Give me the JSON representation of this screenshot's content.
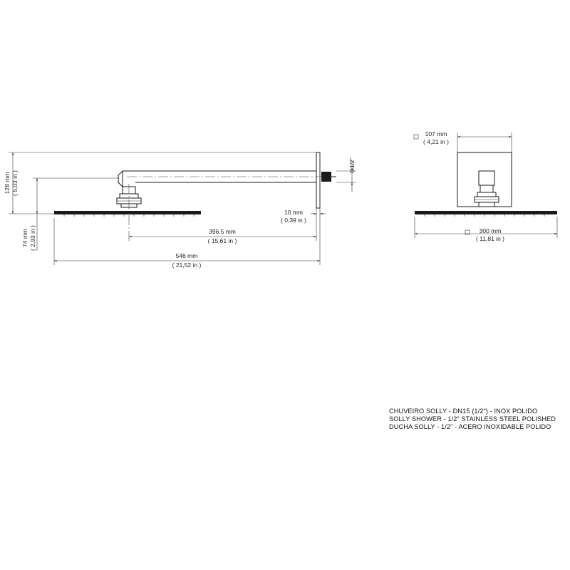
{
  "side_view": {
    "dim_height_total": "128 mm",
    "dim_height_total_in": "( 5,03 in )",
    "dim_head_height": "74 mm",
    "dim_head_height_in": "( 2,93 in )",
    "dim_thread": "G1/2\"",
    "dim_wall_gap": "10 mm",
    "dim_wall_gap_in": "( 0,39 in )",
    "dim_arm_length": "396,5 mm",
    "dim_arm_length_in": "( 15,61 in )",
    "dim_total_length": "546 mm",
    "dim_total_length_in": "( 21,52 in )"
  },
  "front_view": {
    "dim_plate_width": "107 mm",
    "dim_plate_width_in": "( 4,21 in )",
    "dim_head_width": "300 mm",
    "dim_head_width_in": "( 11,81 in )"
  },
  "title_block": {
    "line_pt": "CHUVEIRO SOLLY - DN15 (1/2\") - INOX POLIDO",
    "line_en": "SOLLY SHOWER - 1/2\" STAINLESS STEEL POLISHED",
    "line_es": "DUCHA SOLLY - 1/2\" - ACERO INOXIDABLE POLIDO"
  }
}
